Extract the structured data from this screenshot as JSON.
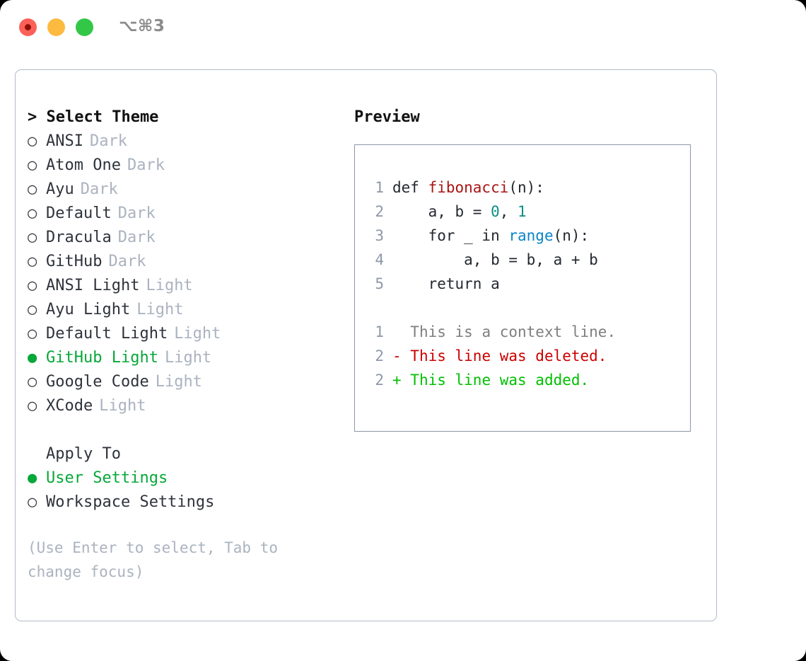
{
  "titlebar": {
    "shortcut": "⌥⌘3",
    "buttons": {
      "close": "close",
      "minimize": "minimize",
      "maximize": "maximize"
    }
  },
  "theme_selector": {
    "header": "> Select Theme",
    "items": [
      {
        "marker": "○",
        "name": "ANSI",
        "variant": "Dark",
        "selected": false
      },
      {
        "marker": "○",
        "name": "Atom One",
        "variant": "Dark",
        "selected": false
      },
      {
        "marker": "○",
        "name": "Ayu",
        "variant": "Dark",
        "selected": false
      },
      {
        "marker": "○",
        "name": "Default",
        "variant": "Dark",
        "selected": false
      },
      {
        "marker": "○",
        "name": "Dracula",
        "variant": "Dark",
        "selected": false
      },
      {
        "marker": "○",
        "name": "GitHub",
        "variant": "Dark",
        "selected": false
      },
      {
        "marker": "○",
        "name": "ANSI Light",
        "variant": "Light",
        "selected": false
      },
      {
        "marker": "○",
        "name": "Ayu Light",
        "variant": "Light",
        "selected": false
      },
      {
        "marker": "○",
        "name": "Default Light",
        "variant": "Light",
        "selected": false
      },
      {
        "marker": "●",
        "name": "GitHub Light",
        "variant": "Light",
        "selected": true
      },
      {
        "marker": "○",
        "name": "Google Code",
        "variant": "Light",
        "selected": false
      },
      {
        "marker": "○",
        "name": "XCode",
        "variant": "Light",
        "selected": false
      }
    ]
  },
  "apply_to": {
    "label": "Apply To",
    "items": [
      {
        "marker": "●",
        "name": "User Settings",
        "selected": true
      },
      {
        "marker": "○",
        "name": "Workspace Settings",
        "selected": false
      }
    ]
  },
  "hint": "(Use Enter to select, Tab to change focus)",
  "preview": {
    "header": "Preview",
    "code_lines": [
      {
        "no": "1",
        "segments": [
          {
            "text": "def ",
            "type": "plain"
          },
          {
            "text": "fibonacci",
            "type": "fn"
          },
          {
            "text": "(n):",
            "type": "plain"
          }
        ]
      },
      {
        "no": "2",
        "segments": [
          {
            "text": "    a, b = ",
            "type": "plain"
          },
          {
            "text": "0",
            "type": "num"
          },
          {
            "text": ", ",
            "type": "plain"
          },
          {
            "text": "1",
            "type": "num"
          }
        ]
      },
      {
        "no": "3",
        "segments": [
          {
            "text": "    for _ in ",
            "type": "plain"
          },
          {
            "text": "range",
            "type": "call"
          },
          {
            "text": "(n):",
            "type": "plain"
          }
        ]
      },
      {
        "no": "4",
        "segments": [
          {
            "text": "        a, b = b, a + b",
            "type": "plain"
          }
        ]
      },
      {
        "no": "5",
        "segments": [
          {
            "text": "    return a",
            "type": "plain"
          }
        ]
      }
    ],
    "diff_lines": [
      {
        "no": "1",
        "prefix": "  ",
        "text": "This is a context line.",
        "type": "ctx"
      },
      {
        "no": "2",
        "prefix": "- ",
        "text": "This line was deleted.",
        "type": "del"
      },
      {
        "no": "2",
        "prefix": "+ ",
        "text": "This line was added.",
        "type": "add"
      }
    ]
  },
  "colors": {
    "selected_green": "#07a839",
    "diff_add_green": "#00c000",
    "diff_del_red": "#cc0000",
    "function_red": "#aa1414",
    "number_teal": "#0a8f85",
    "call_blue": "#0a86c8",
    "muted_gray": "#aab3c0",
    "border_gray": "#b3bcc9"
  }
}
